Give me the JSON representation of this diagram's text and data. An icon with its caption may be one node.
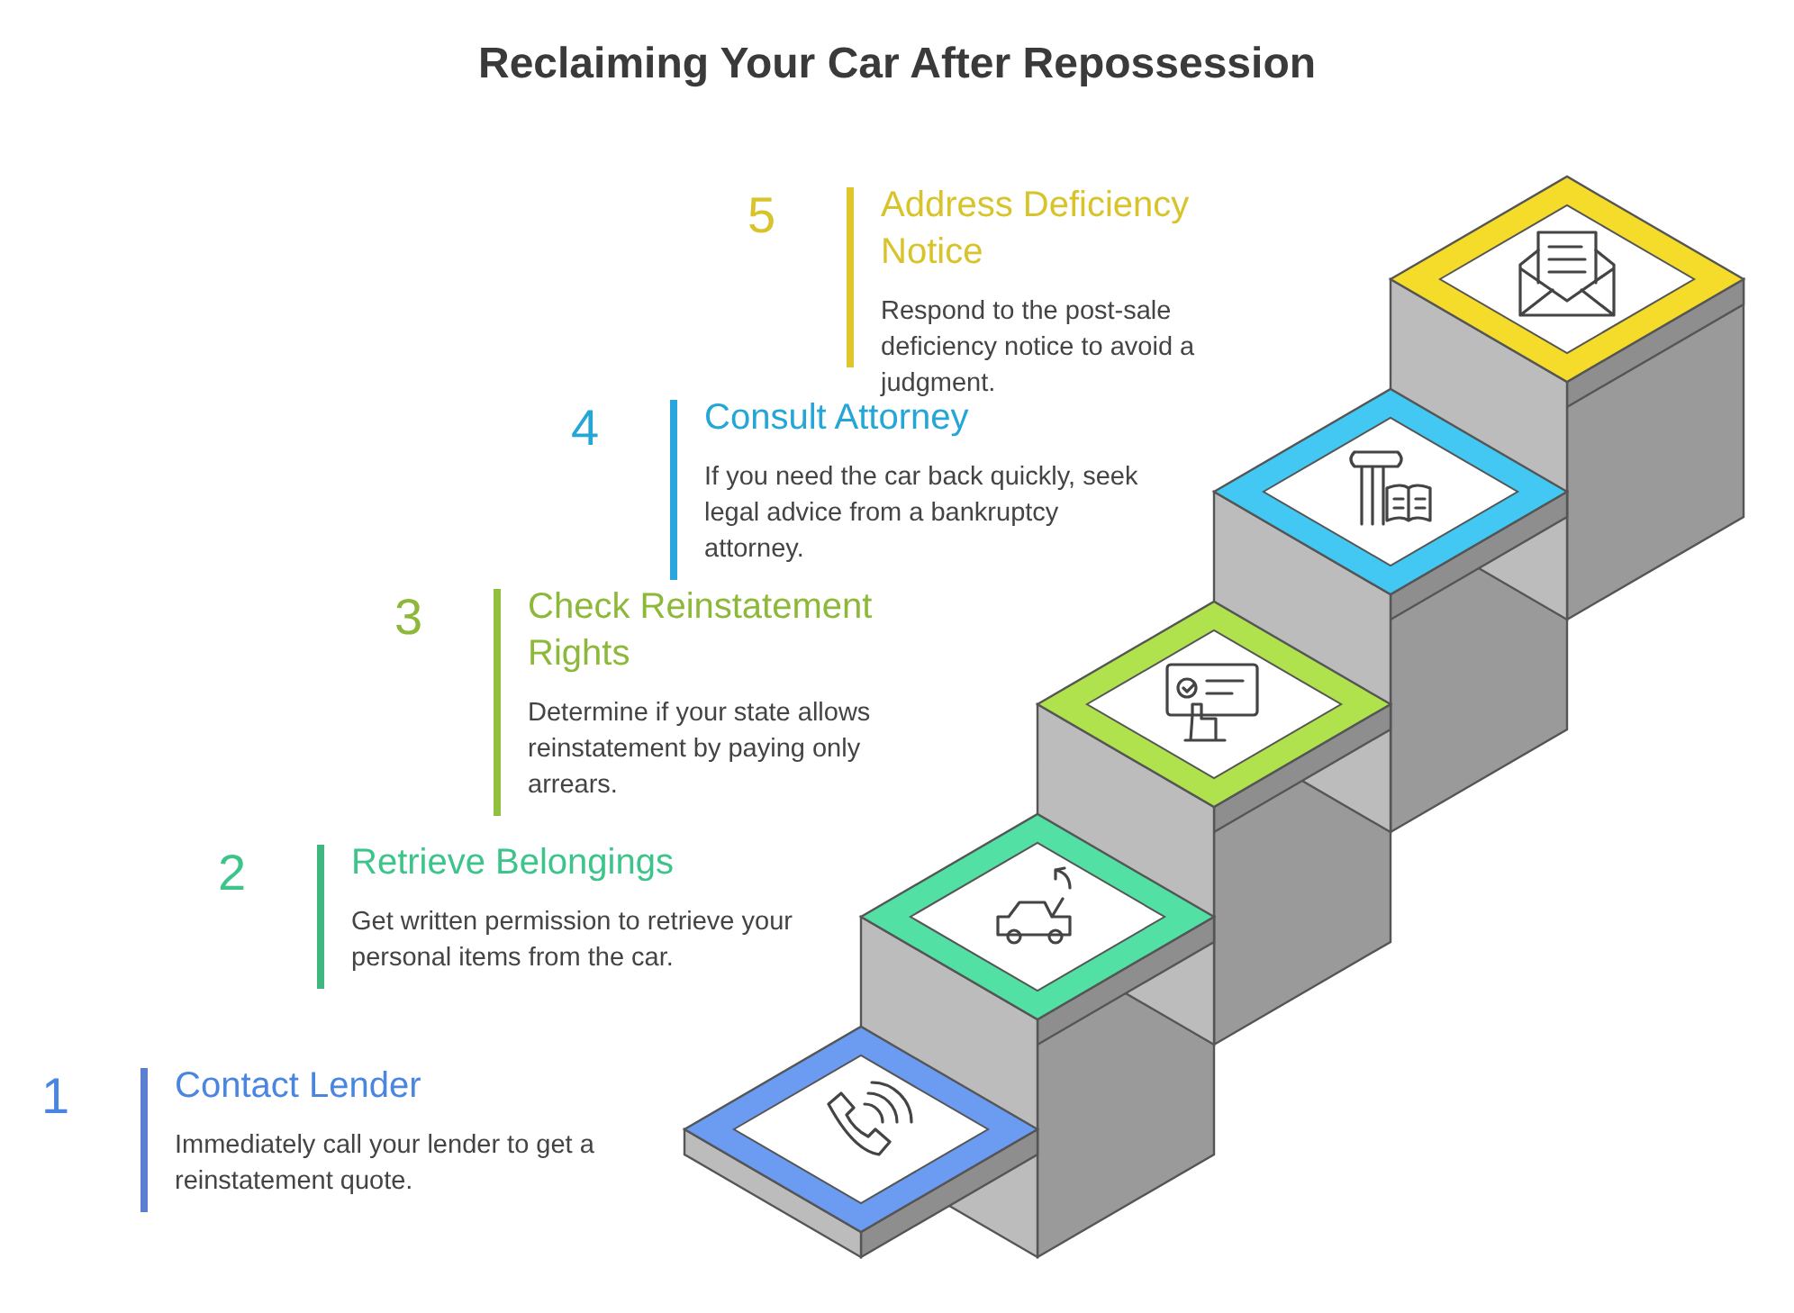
{
  "diagram": {
    "title": "Reclaiming Your Car After Repossession",
    "nodes": [
      {
        "text": [
          "Contact Lender",
          "Immediately call your lender to get a reinstatement quote."
        ],
        "beside": [
          "1"
        ]
      },
      {
        "text": [
          "Retrieve Belongings",
          "Get written permission to retrieve your personal items from the car."
        ],
        "beside": [
          "2"
        ]
      },
      {
        "text": [
          "Check Reinstatement Rights",
          "Determine if your state allows reinstatement by paying only arrears."
        ],
        "beside": [
          "3"
        ]
      },
      {
        "text": [
          "Consult Attorney",
          "If you need the car back quickly, seek legal advice from a bankruptcy attorney."
        ],
        "beside": [
          "4"
        ]
      },
      {
        "text": [
          "Address Deficiency Notice",
          "Respond to the post-sale deficiency notice to avoid a judgment."
        ],
        "beside": [
          "5"
        ]
      }
    ]
  }
}
